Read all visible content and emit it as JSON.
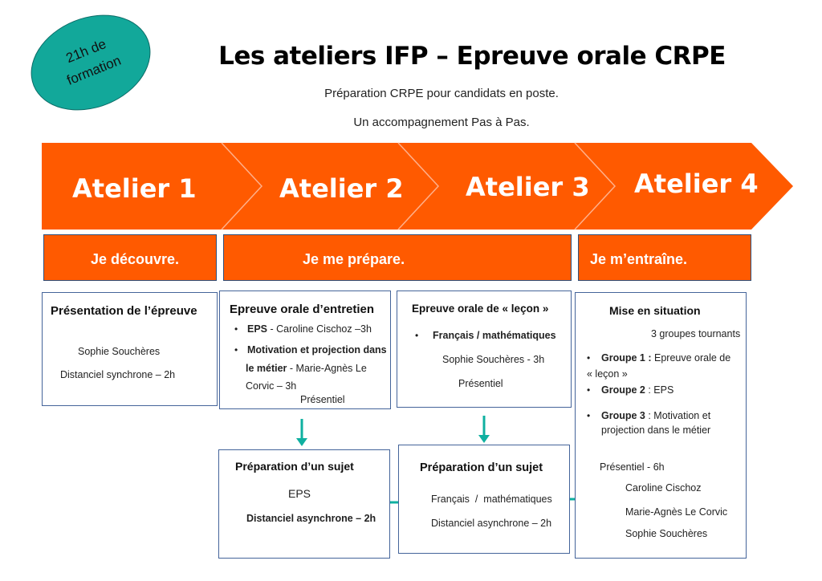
{
  "badge": {
    "line1": "21h de",
    "line2": "formation"
  },
  "header": {
    "title": "Les ateliers IFP – Epreuve orale CRPE",
    "subtitle1": "Préparation CRPE pour candidats en poste.",
    "subtitle2": "Un accompagnement Pas à Pas."
  },
  "ateliers": [
    "Atelier 1",
    "Atelier 2",
    "Atelier 3",
    "Atelier 4"
  ],
  "bands": {
    "b1": "Je découvre.",
    "b2": "Je me prépare.",
    "b3": "Je m’entraîne."
  },
  "colors": {
    "orange": "#ff5a00",
    "teal": "#12a89a",
    "arrow": "#0fb0a0",
    "border": "#44649a"
  },
  "card1": {
    "title": "Présentation de l’épreuve",
    "person": "Sophie Souchères",
    "mode": "Distanciel synchrone – 2h"
  },
  "card2": {
    "title": "Epreuve orale d’entretien",
    "i1_bold": "EPS",
    "i1_rest": " - Caroline Cischoz –3h",
    "i2_bold_a": "Motivation et projection dans",
    "i2_bold_b": "le métier",
    "i2_rest_b": " - Marie-Agnès Le",
    "i2_rest_c": "Corvic – 3h",
    "mode": "Présentiel"
  },
  "card3": {
    "title": "Epreuve orale de « leçon »",
    "item": "Français / mathématiques",
    "person": "Sophie Souchères - 3h",
    "mode": "Présentiel"
  },
  "card4": {
    "title": "Mise en situation",
    "groups": "3 groupes tournants",
    "g1_bold": "Groupe 1 :",
    "g1_rest": " Epreuve orale de",
    "g1_rest2": "« leçon »",
    "g2_bold": "Groupe 2",
    "g2_rest": " : EPS",
    "g3_bold": "Groupe 3",
    "g3_rest": " : Motivation et",
    "g3_rest2": "projection dans le métier",
    "mode": "Présentiel - 6h",
    "p1": "Caroline Cischoz",
    "p2": "Marie-Agnès Le Corvic",
    "p3": "Sophie Souchères"
  },
  "card5": {
    "title": "Préparation d’un sujet",
    "subject": "EPS",
    "mode": "Distanciel asynchrone – 2h"
  },
  "card6": {
    "title": "Préparation d’un sujet",
    "subject": "Français  /  mathématiques",
    "mode": "Distanciel asynchrone – 2h"
  }
}
